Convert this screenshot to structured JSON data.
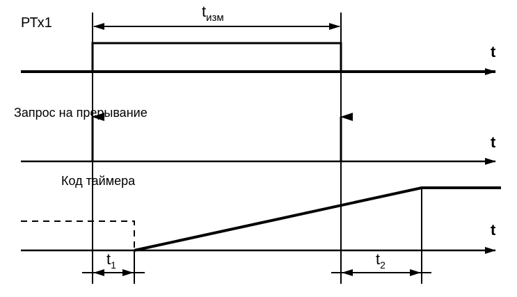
{
  "diagram": {
    "signals": {
      "ptx": "РТх1",
      "irq": "Запрос на прерывание",
      "timer": "Код таймера"
    },
    "axis_label": "t",
    "intervals": {
      "measure": {
        "base": "t",
        "sub": "изм"
      },
      "t1": {
        "base": "t",
        "sub": "1"
      },
      "t2": {
        "base": "t",
        "sub": "2"
      }
    }
  }
}
